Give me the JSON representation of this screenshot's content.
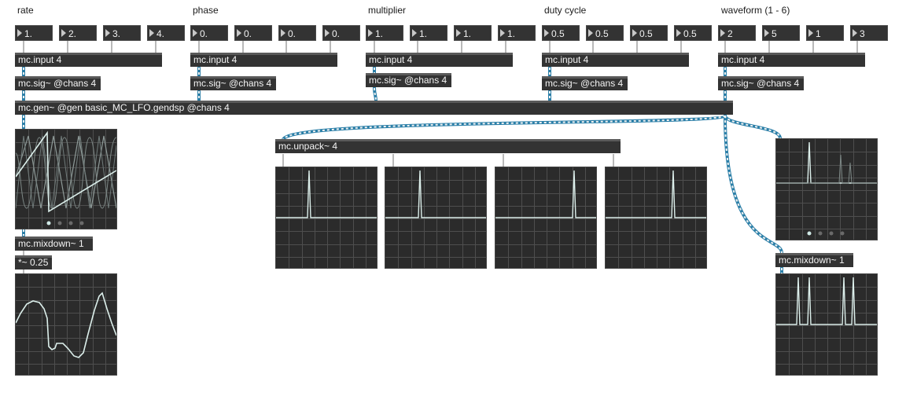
{
  "columns": [
    {
      "label": "rate",
      "values": [
        "1.",
        "2.",
        "3.",
        "4."
      ]
    },
    {
      "label": "phase",
      "values": [
        "0.",
        "0.",
        "0.",
        "0."
      ]
    },
    {
      "label": "multiplier",
      "values": [
        "1.",
        "1.",
        "1.",
        "1."
      ]
    },
    {
      "label": "duty cycle",
      "values": [
        "0.5",
        "0.5",
        "0.5",
        "0.5"
      ]
    },
    {
      "label": "waveform (1 - 6)",
      "values": [
        "2",
        "5",
        "1",
        "3"
      ]
    }
  ],
  "objects": {
    "input_text": "mc.input 4",
    "sig_text": "mc.sig~ @chans 4",
    "gen_text": "mc.gen~ @gen basic_MC_LFO.gendsp @chans 4",
    "unpack_text": "mc.unpack~ 4",
    "mixdown_left": "mc.mixdown~ 1",
    "mult_text": "*~ 0.25",
    "mixdown_right": "mc.mixdown~ 1"
  },
  "colors": {
    "patch_cord_mc": "#2b7fa8",
    "patch_cord_mc_dash": "#f2f2f2",
    "object_bg": "#333333",
    "scope_bg": "#2b2b2b",
    "trace": "#dcefeb"
  }
}
